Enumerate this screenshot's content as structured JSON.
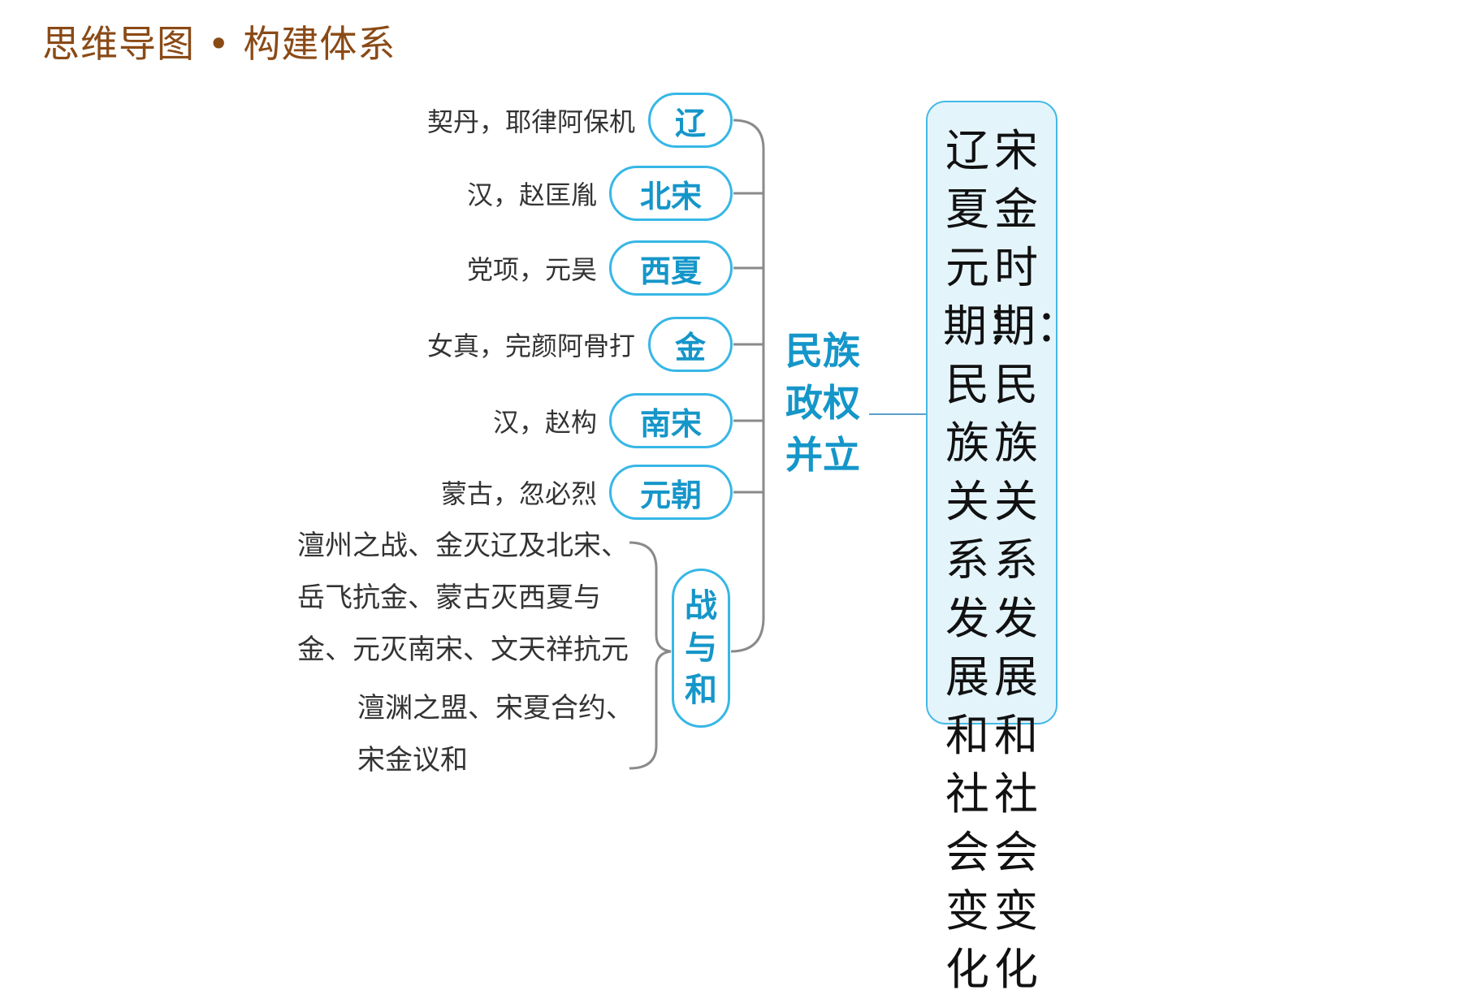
{
  "header": {
    "title": "思维导图 • 构建体系"
  },
  "topic": {
    "col1": "宋金时期：民族关系发展和社会变化",
    "col2": "辽夏元期：民族关系发展和社会变化"
  },
  "branch_main": {
    "label": "民族政权并立"
  },
  "regimes": [
    {
      "name": "辽",
      "desc": "契丹，耶律阿保机"
    },
    {
      "name": "北宋",
      "desc": "汉，赵匡胤"
    },
    {
      "name": "西夏",
      "desc": "党项，元昊"
    },
    {
      "name": "金",
      "desc": "女真，完颜阿骨打"
    },
    {
      "name": "南宋",
      "desc": "汉，赵构"
    },
    {
      "name": "元朝",
      "desc": "蒙古，忽必烈"
    }
  ],
  "war_peace": {
    "label": "战与和",
    "wars": [
      "澶州之战、金灭辽及北宋、",
      "岳飞抗金、蒙古灭西夏与",
      "金、元灭南宋、文天祥抗元"
    ],
    "peace": [
      "澶渊之盟、宋夏合约、",
      "宋金议和"
    ]
  },
  "colors": {
    "accent": "#37b7e6",
    "accent_text": "#1596c9",
    "header": "#8a4a16",
    "topic_bg": "#e4f4fb"
  }
}
